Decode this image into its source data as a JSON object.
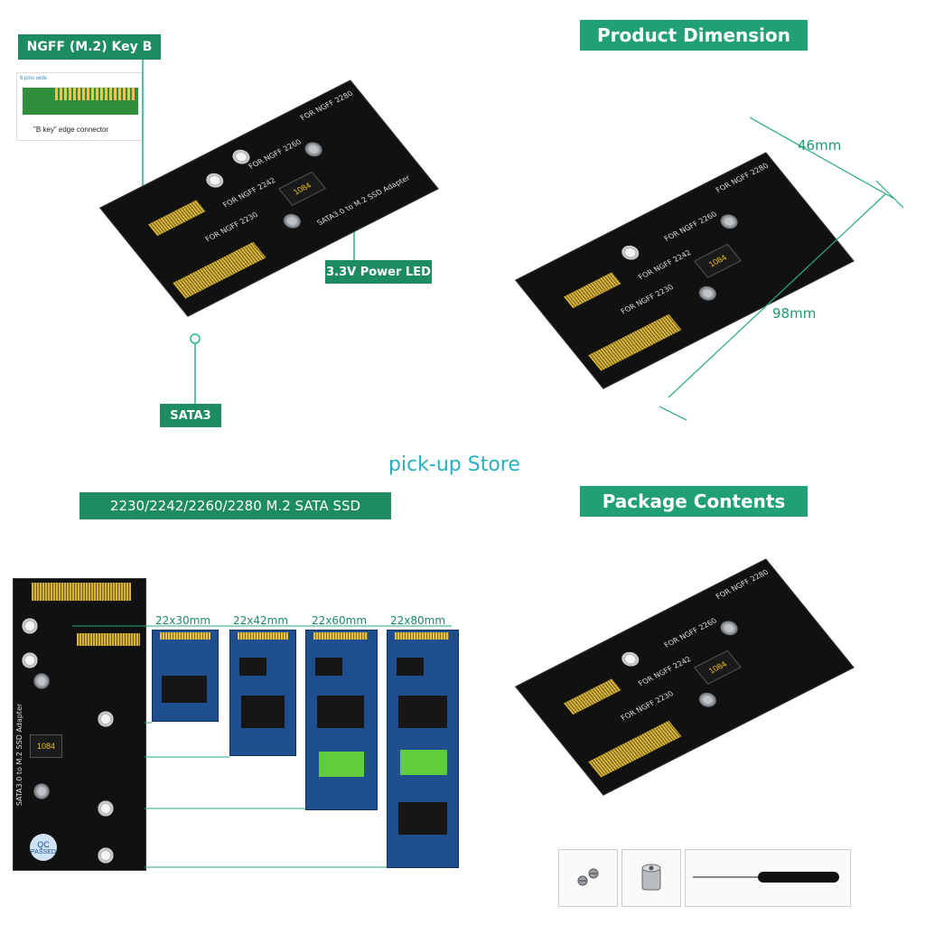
{
  "labels": {
    "ngff": "NGFF  (M.2)  Key  B",
    "pins": "6 pins wide",
    "edge": "\"B key\"  edge connector",
    "power_led": "3.3V Power  LED",
    "sata3": "SATA3",
    "dimension_title": "Product Dimension",
    "width": "46mm",
    "length": "98mm",
    "store": "pick-up Store",
    "ssd_title": "2230/2242/2260/2280  M.2  SATA SSD",
    "package_title": "Package Contents"
  },
  "board_text": {
    "for2280": "FOR  NGFF  2280",
    "for2260": "FOR  NGFF  2260",
    "for2242": "FOR  NGFF  2242",
    "for2230": "FOR  NGFF  2230",
    "adapter": "SATA3.0  to  M.2  SSD  Adapter",
    "chip": "1084",
    "qc": "QC",
    "passed": "PASSED"
  },
  "ssd_sizes": [
    "22x30mm",
    "22x42mm",
    "22x60mm",
    "22x80mm"
  ],
  "colors": {
    "accent": "#21a077",
    "label_green": "#1e8c62",
    "board": "#111111",
    "ssd_blue": "#1f4f8f"
  },
  "icons": [
    "screws",
    "standoff",
    "screwdriver"
  ]
}
